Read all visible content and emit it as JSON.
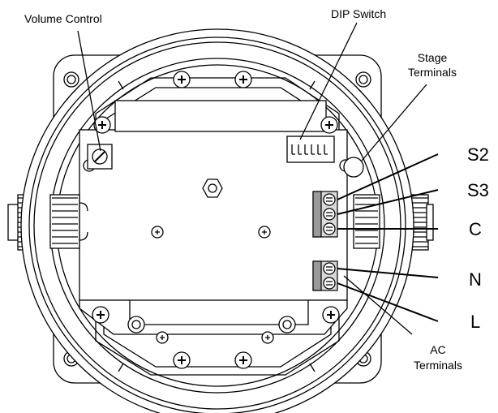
{
  "labels": {
    "volume_control": "Volume Control",
    "dip_switch": "DIP Switch",
    "stage_terminals_line1": "Stage",
    "stage_terminals_line2": "Terminals",
    "ac_terminals_line1": "AC",
    "ac_terminals_line2": "Terminals",
    "terminal_s2": "S2",
    "terminal_s3": "S3",
    "terminal_c": "C",
    "terminal_n": "N",
    "terminal_l": "L"
  },
  "colors": {
    "line": "#000000",
    "background": "#ffffff",
    "shade": "#d9d9d9"
  }
}
